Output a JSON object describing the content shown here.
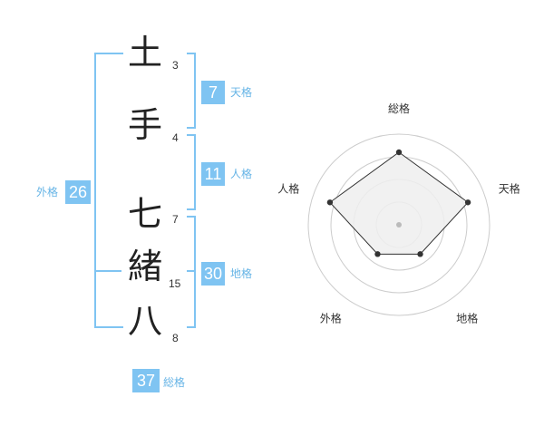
{
  "name_chars": [
    {
      "char": "土",
      "strokes": "3"
    },
    {
      "char": "手",
      "strokes": "4"
    },
    {
      "char": "七",
      "strokes": "7"
    },
    {
      "char": "緒",
      "strokes": "15"
    },
    {
      "char": "八",
      "strokes": "8"
    }
  ],
  "fortunes": {
    "tenkaku": {
      "value": "7",
      "label": "天格"
    },
    "jinkaku": {
      "value": "11",
      "label": "人格"
    },
    "chikaku": {
      "value": "30",
      "label": "地格"
    },
    "gaikaku": {
      "value": "26",
      "label": "外格"
    },
    "soukaku": {
      "value": "37",
      "label": "総格"
    }
  },
  "chart_data": {
    "type": "radar",
    "axes": [
      "総格",
      "天格",
      "地格",
      "外格",
      "人格"
    ],
    "values": [
      4,
      4,
      2,
      2,
      4
    ],
    "max": 5,
    "rings": 4,
    "colors": {
      "fill": "#eeeeee",
      "line": "#333333",
      "ring": "#cccccc",
      "center": "#bbbbbb"
    }
  }
}
